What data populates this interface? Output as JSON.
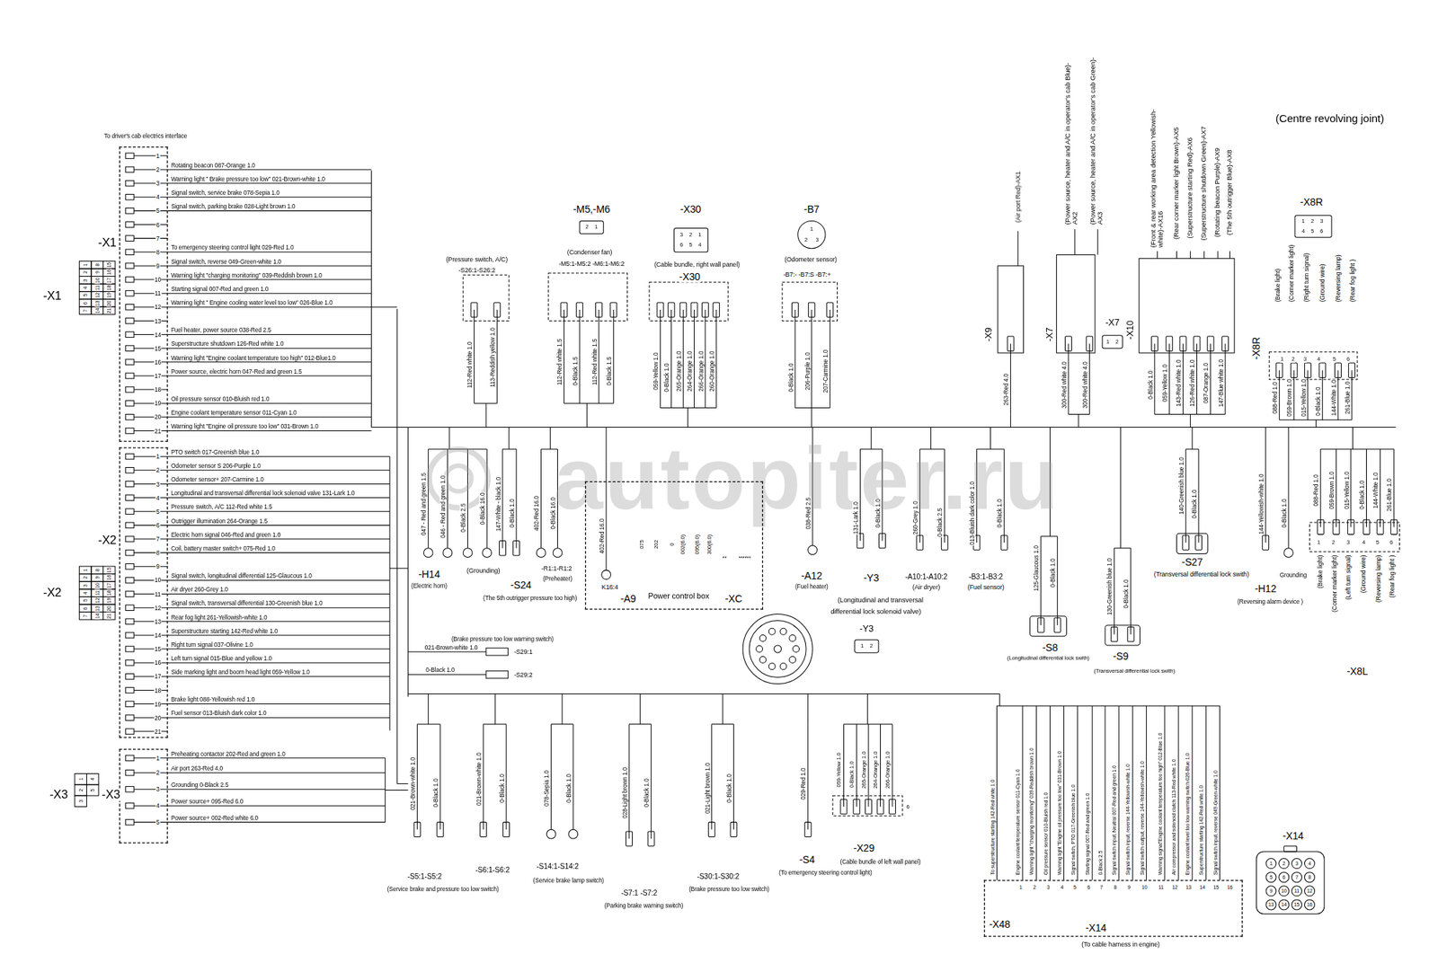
{
  "diagram": {
    "nodes": [
      {
        "text": [
          "-X1",
          "1",
          "2",
          "3",
          "4",
          "5",
          "6",
          "7",
          "8",
          "9",
          "10",
          "11",
          "12",
          "13",
          "14",
          "15",
          "16",
          "17",
          "18",
          "19",
          "20",
          "21"
        ]
      },
      {
        "text": [
          "-X2",
          "1",
          "2",
          "3",
          "4",
          "5",
          "6",
          "7",
          "8",
          "9",
          "10",
          "11",
          "12",
          "13",
          "14",
          "15",
          "16",
          "17",
          "18",
          "19",
          "20",
          "21"
        ]
      },
      {
        "text": [
          "-X3",
          "1",
          "2",
          "3",
          "4",
          "5"
        ]
      },
      {
        "text": [
          "K16:4",
          "-A9",
          "Power control box",
          "-XC"
        ]
      },
      {
        "text": [
          "-X14",
          "(To cable harness in engine)"
        ]
      }
    ],
    "labels": [
      "To driver's cab electrics interface",
      "Rotating beacon 087-Orange 1.0",
      "Warning light \" Brake pressure too low\" 021-Brown-white 1.0",
      "Signal switch, service brake 078-Sepia 1.0",
      "Signal switch, parking brake 028-Light brown 1.0",
      "To emergency steering control light 029-Red 1.0",
      "Signal switch, reverse 049-Green-white 1.0",
      "Warning light \"charging monitoring\" 039-Reddish brown 1.0",
      "Starting signal 007-Red and green 1.0",
      "Warning light \" Engine cooling water level too low\" 026-Blue 1.0",
      "Fuel heater, power source 038-Red 2.5",
      "Superstructure shutdown 126-Red white 1.0",
      "Warning light \"Engine coolant temperature too high\" 012-Blue1.0",
      "Power source, electric horn 047-Red and green 1.5",
      "Oil pressure sensor 010-Bluish red 1.0",
      "Engine coolant temperature sensor 011-Cyan 1.0",
      "Warning light \"Engine oil pressure too low\" 031-Brown 1.0",
      "1",
      "2",
      "3",
      "4",
      "5",
      "6",
      "7",
      "8",
      "9",
      "10",
      "11",
      "12",
      "13",
      "14",
      "15",
      "16",
      "17",
      "18",
      "19",
      "20",
      "21",
      "-X1",
      "PTO switch 017-Greenish blue 1.0",
      "Odometer sensor S 206-Purple 1.0",
      "Odometer sensor+ 207-Carmine 1.0",
      "Longitudinal and transversal differential lock solenoid valve 131-Lark 1.0",
      "Pressure switch, A/C 112-Red white 1.5",
      "Outrigger illumination 264-Orange 1.5",
      "Electric horn signal 046-Red and green 1.0",
      "Coil, battery master switch+ 075-Red 1.0",
      "Signal switch, longitudinal differential 125-Glaucous 1.0",
      "Air dryer 260-Grey 1.0",
      "Signal switch, transversal differential 130-Greenish blue 1.0",
      "Rear fog light 261-Yellowish-white 1.0",
      "Superstructure starting 142-Red white 1.0",
      "Right turn signal 037-Olivine 1.0",
      "Left turn signal 015-Blue and yellow 1.0",
      "Side marking light and boom head light 059-Yellow 1.0",
      "Brake light 088-Yellowish red 1.0",
      "Fuel sensor 013-Bluish dark color 1.0",
      "1",
      "2",
      "3",
      "4",
      "5",
      "6",
      "7",
      "8",
      "9",
      "10",
      "11",
      "12",
      "13",
      "14",
      "15",
      "16",
      "17",
      "18",
      "19",
      "20",
      "21",
      "-X2",
      "Preheating contactor 202-Red and green 1.0",
      "Air port 263-Red 4.0",
      "Grounding 0-Black 2.5",
      "Power source+ 095-Red 6.0",
      "Power source+ 002-Red white 6.0",
      "1",
      "2",
      "3",
      "4",
      "5",
      "-X3",
      "(Pressure switch, A/C)",
      "-S26:1-S26:2",
      "112-Red white 1.0",
      "113-Reddish yellow 1.0",
      "-M5,-M6",
      "2",
      "1",
      "(Condenser fan)",
      "-M5:1-M5:2 -M6:1-M6:2",
      "112-Red white 1.5",
      "0-Black 1.5",
      "112-Red white 1.5",
      "0-Black 1.5",
      "-X30",
      "3",
      "2",
      "1",
      "6",
      "5",
      "4",
      "(Cable bundle, right wall panel)",
      "-X30",
      "059-Yellow 1.0",
      "0-Black 1.0",
      "265-Orange 1.0",
      "264-Orange 1.0",
      "266-Orange 1.0",
      "260-Orange 1.0",
      "-B7",
      "1",
      "2",
      "3",
      "(Odometer sensor)",
      "-B7:- -B7:S -B7:+",
      "0-Black 1.0",
      "206-Purple 1.0",
      "207-Carmine 1.0",
      "(Air port Red)-AX1",
      "-X9",
      "263-Red 4.0",
      "(Power source, heater and A/C in operator's cab Blue)-AX2",
      "(Power source, heater and A/C in operator's cab Green)-AX3",
      "-X7",
      "300-Red white 4.0",
      "300-Red white 4.0",
      "-X7",
      "1",
      "2",
      "-X10",
      "(Front & rear working area detection Yellowish-white)-AX16",
      "(Rear corner marker light Brown)-AX5",
      "(Superstructure starting Red)-AX6",
      "(Superstructure shutdown Green)-AX7",
      "(Rotating beacon Purple)-AX9",
      "(The 5th outrigger Blue)-AX8",
      "0-Black 1.0",
      "059-Yellow 1.0",
      "143-Red white 1.0",
      "126-Red white 1.0",
      "087-Orange 1.0",
      "147-Blue white 1.0",
      "(Centre revolving joint)",
      "-X8R",
      "1",
      "2",
      "3",
      "4",
      "5",
      "6",
      "-X8R",
      "(Brake light)",
      "(Corner marker light)",
      "(Right turn signal)",
      "(Ground wire)",
      "(Reversing lamp)",
      "(Rear fog light )",
      "088-Red 1.0",
      "059-Brown 1.0",
      "015-Yellow 1.0",
      "0-Black 1.0",
      "144-White 1.0",
      "261-Blue 1.0",
      "1",
      "2",
      "3",
      "4",
      "5",
      "6",
      "047 - Red and green 1.5",
      "046 - Red and green 1.0",
      "0-Black 2.5",
      "0-Black 16.0",
      "-H14",
      "(Electric horn)",
      "(Grounding)",
      "147-White - black 1.0",
      "0-Black 1.0",
      "-S24",
      "(The 5th outrigger pressure too high)",
      "402-Red 16.0",
      "0-Black 16.0",
      "-R1:1-R1:2",
      "(Preheater)",
      "402-Red 16.0",
      "075",
      "202",
      "0",
      "002(6.0)",
      "095(6.0)",
      "300(6.0)",
      "**",
      "******",
      "-Y3",
      "1",
      "2",
      "038-Red 2.5",
      "-A12",
      "(Fuel heater)",
      "(Longitudinal and transversal",
      "differential lock solenoid valve)",
      "131-Lark 1.0",
      "0-Black 1.0",
      "-Y3",
      "260-Grey 1.0",
      "0-Black 2.5",
      "-A10:1-A10:2",
      "(Air dryer)",
      "013-Bluish dark color 1.0",
      "0-Black 1.0",
      "-B3:1-B3:2",
      "(Fuel sensor)",
      "125-Glaucous 1.0",
      "0-Black 1.0",
      "-S8",
      "(Longitudinal differential lock swith)",
      "130-Greenish blue 1.0",
      "0-Black 1.0",
      "-S9",
      "(Transversal differential lock swith)",
      "140-Greenish blue 1.0",
      "0-Black 1.0",
      "-S27",
      "(Transversal differential lock swith)",
      "144-Yellowish-white 1.0",
      "0-Black 1.0",
      "Grounding",
      "-H12",
      "(Reversing alarm device )",
      "088-Red 1.0",
      "059-Brown 1.0",
      "015-Yellow 1.0",
      "0-Black 1.0",
      "144-White 1.0",
      "261-Blue 1.0",
      "1",
      "2",
      "3",
      "4",
      "5",
      "6",
      "(Brake light)",
      "(Corner marker light)",
      "(Left turn signal)",
      "(Ground wire)",
      "(Reversing lamp)",
      "(Rear fog light )",
      "-X8L",
      "(Brake pressure too low warning switch)",
      "021-Brown-white 1.0",
      "0-Black 1.0",
      "-S29:1",
      "-S29:2",
      "021-Brown-white 1.0",
      "0-Black 1.0",
      "-S5:1-S5:2",
      "(Service brake and pressure too low switch)",
      "021-Brown-white 1.0",
      "0-Black 1.0",
      "-S6:1-S6:2",
      "078-Sepia 1.0",
      "0-Black 1.0",
      "-S14:1-S14:2",
      "(Service brake lamp switch)",
      "028-Light brown 1.0",
      "0-Black 1.0",
      "-S7:1 -S7:2",
      "(Parking brake warning switch)",
      "021-Light brown 1.0",
      "0-Black 1.0",
      "-S30:1-S30:2",
      "(Brake pressure too low switch)",
      "029-Red 1.0",
      "-S4",
      "(To emergency steering control light)",
      "059-Yellow 1.0",
      "0-Black 1.0",
      "265-Orange 1.0",
      "264-Orange 1.0",
      "266-Orange 1.0",
      "6",
      "-X29",
      "(Cable bundle of left wall panel)",
      "To superstructure starting 142-Red white 1.0",
      "Engine coolant temperature sensor 011-Cyan 1.0",
      "Warning light \"charging monitoring\" 039-Reddish brown 1.0",
      "Oil pressure sensor 010-Bluish red 1.0",
      "Warning light \"Engine oil pressure too low\" 031-Brown 1.0",
      "Signal switch, PTO 017-Greenish blue 1.0",
      "Starting signal 007-Red and green 1.0",
      "0-Black 2.5",
      "Signal switch input, Neutral 007-Red and green 1.0",
      "Signal switch input, reverse 144-Yellowish-white 1.0",
      "Signal switch output, reverse 144-Yellowish-white 1.0",
      "Warning signal\"Engine coolant temperature too high\" 012-Blue 1.0",
      "Air compressor and solenoid clutch 113-Red white 1.0",
      "Engine coolant level too low warning switch 026-Blue 1.0",
      "Superstructure starting 142-Red white 1.0",
      "Signal switch input, reverse 049-Green-white 1.0",
      "1",
      "2",
      "3",
      "4",
      "5",
      "6",
      "7",
      "8",
      "9",
      "10",
      "11",
      "12",
      "13",
      "14",
      "15",
      "16",
      "-X48",
      "-X14",
      "1",
      "2",
      "3",
      "4",
      "5",
      "6",
      "7",
      "8",
      "9",
      "10",
      "11",
      "12",
      "13",
      "14",
      "15",
      "16",
      "autopiter.ru"
    ]
  }
}
